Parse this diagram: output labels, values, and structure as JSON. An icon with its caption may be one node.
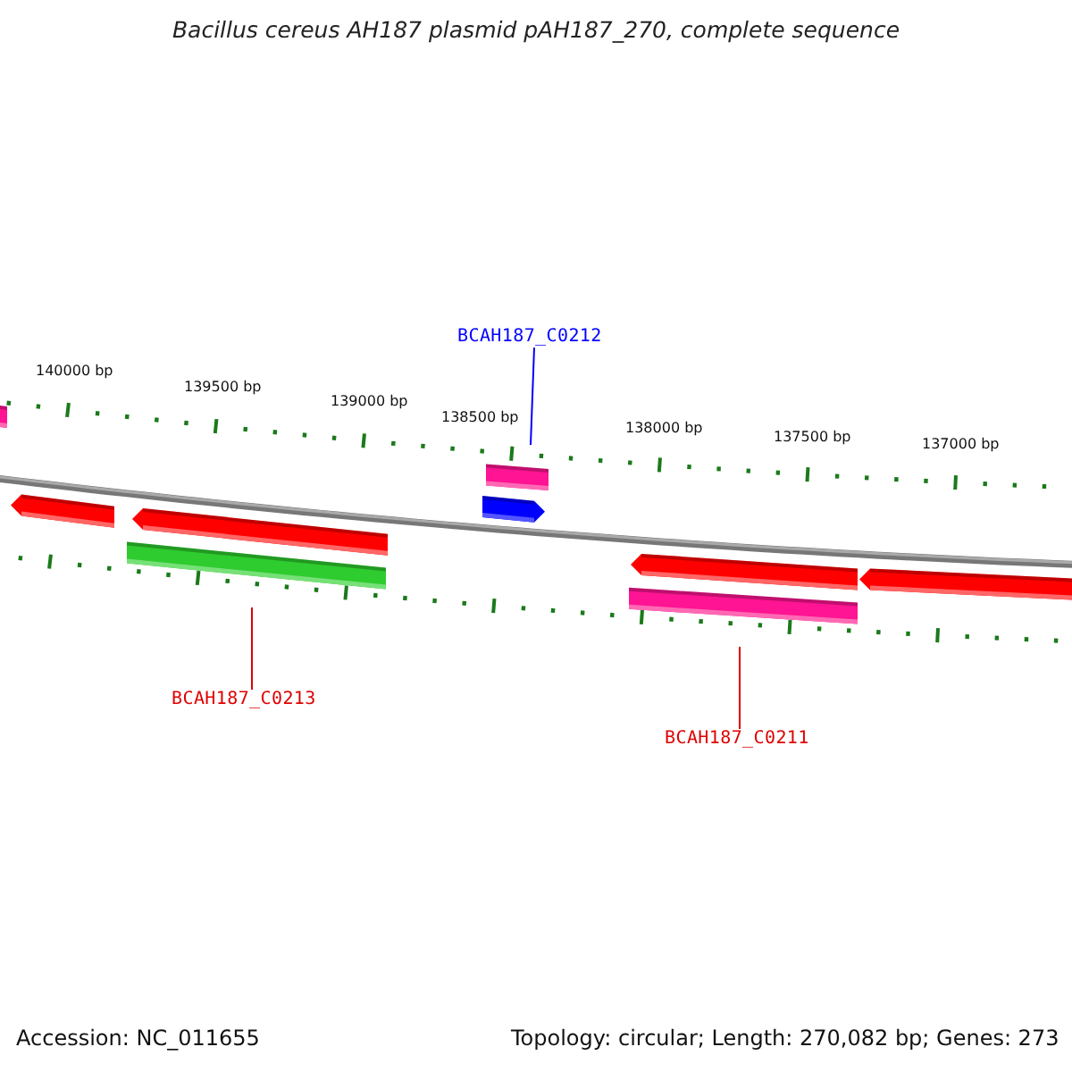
{
  "diagram": {
    "title": "Bacillus cereus AH187 plasmid pAH187_270, complete sequence",
    "nodes": [
      {
        "text": [
          "BCAH187_C0212"
        ]
      },
      {
        "text": [
          "BCAH187_C0213"
        ]
      },
      {
        "text": [
          "BCAH187_C0211"
        ]
      }
    ],
    "edges": [
      {
        "from": 0,
        "to": null,
        "arrow": "none",
        "color": "#0000ff"
      },
      {
        "from": 1,
        "to": null,
        "arrow": "none"
      },
      {
        "from": 2,
        "to": null,
        "arrow": "none"
      }
    ],
    "labels": [
      "140000 bp",
      "139500 bp",
      "139000 bp",
      "138500 bp",
      "138000 bp",
      "137500 bp",
      "137000 bp",
      "Accession: NC_011655",
      "Topology: circular; Length: 270,082 bp; Genes: 273"
    ]
  }
}
